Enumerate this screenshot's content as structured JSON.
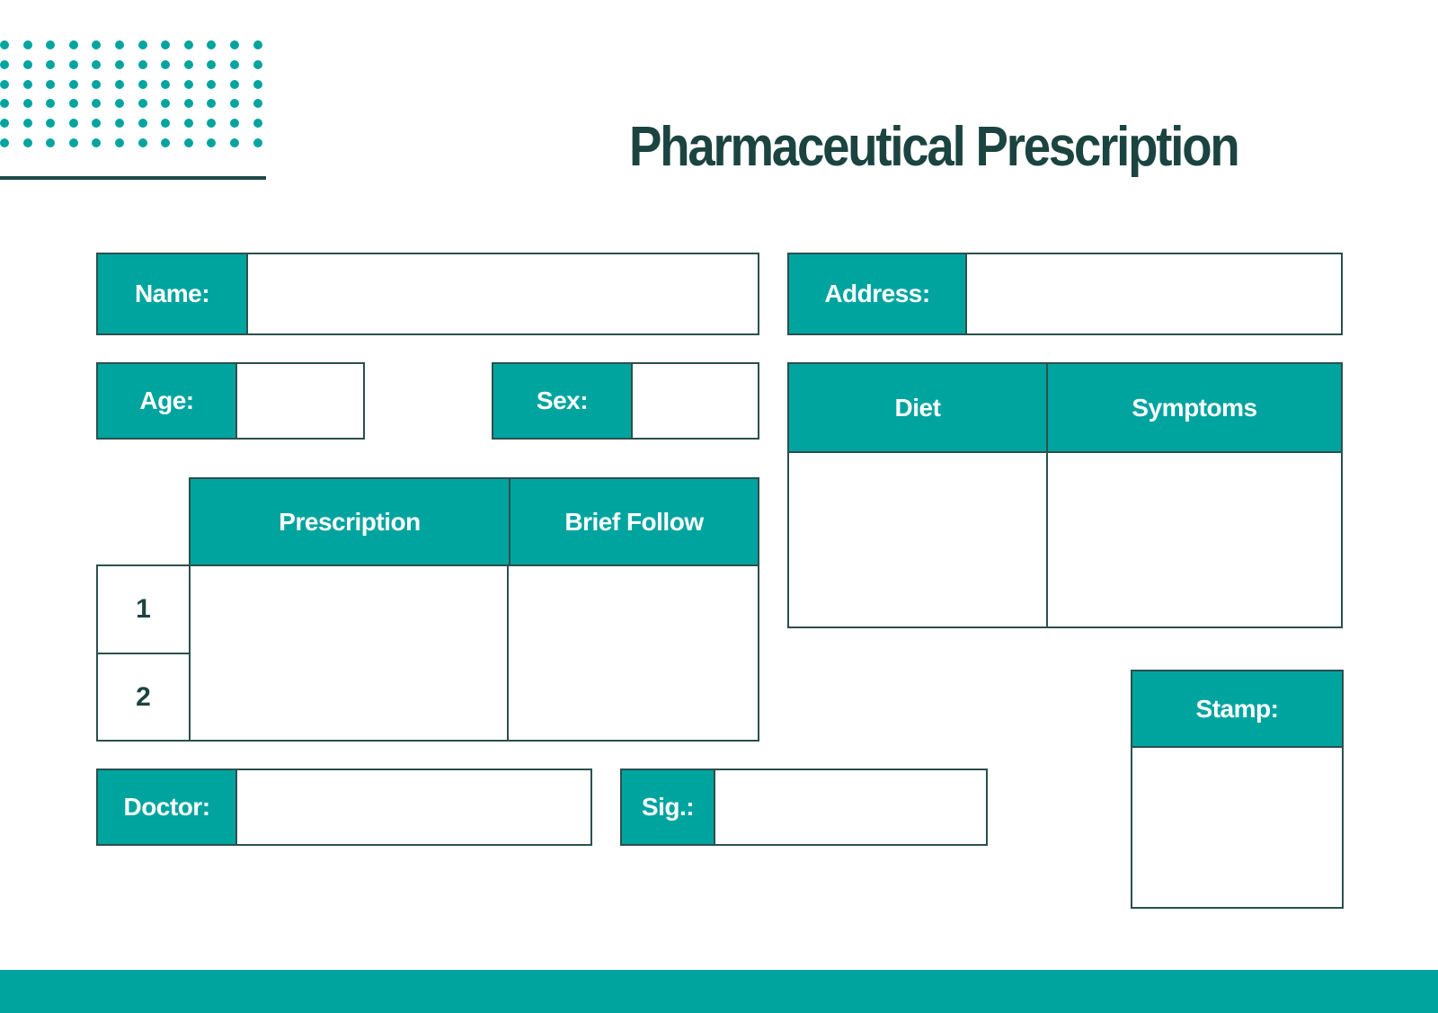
{
  "document": {
    "title": "Pharmaceutical Prescription",
    "colors": {
      "accent": "#00a49f",
      "title": "#1b4440",
      "border": "#2b504d",
      "background": "#ffffff"
    }
  },
  "decor": {
    "dot_grid": {
      "rows": 6,
      "columns": 12,
      "icon": "dot-pattern-icon"
    }
  },
  "fields": {
    "name": {
      "label": "Name:",
      "value": ""
    },
    "address": {
      "label": "Address:",
      "value": ""
    },
    "age": {
      "label": "Age:",
      "value": ""
    },
    "sex": {
      "label": "Sex:",
      "value": ""
    },
    "doctor": {
      "label": "Doctor:",
      "value": ""
    },
    "sig": {
      "label": "Sig.:",
      "value": ""
    },
    "stamp": {
      "label": "Stamp:",
      "value": ""
    }
  },
  "prescription_table": {
    "headers": [
      "Prescription",
      "Brief Follow"
    ],
    "rows": [
      {
        "number": "1",
        "prescription": "",
        "brief_follow": ""
      },
      {
        "number": "2",
        "prescription": "",
        "brief_follow": ""
      }
    ]
  },
  "diet_symptoms_table": {
    "headers": [
      "Diet",
      "Symptoms"
    ],
    "rows": [
      {
        "diet": "",
        "symptoms": ""
      }
    ]
  }
}
